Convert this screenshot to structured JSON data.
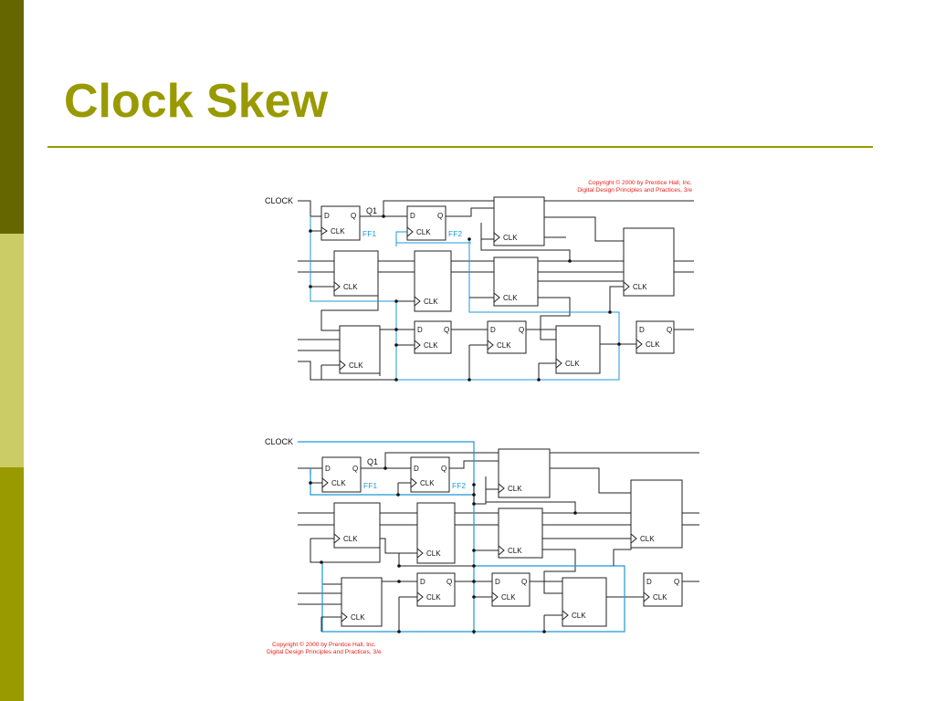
{
  "slide": {
    "title": "Clock Skew"
  },
  "colors": {
    "sidebar_dark": "#666600",
    "sidebar_light": "#cccc66",
    "sidebar_mid": "#999900",
    "accent": "#999900",
    "clock_net": "#1f98d8",
    "copyright": "#e8201a"
  },
  "diagram_top": {
    "clock_label": "CLOCK",
    "signal_label": "Q1",
    "ff1_label": "FF1",
    "ff2_label": "FF2",
    "copyright_line1": "Copyright © 2000 by Prentice Hall, Inc.",
    "copyright_line2": "Digital Design Principles and Practices, 3/e",
    "clk_label": "CLK",
    "d_label": "D",
    "q_label": "Q"
  },
  "diagram_bottom": {
    "clock_label": "CLOCK",
    "signal_label": "Q1",
    "ff1_label": "FF1",
    "ff2_label": "FF2",
    "copyright_line1": "Copyright © 2000 by Prentice Hall, Inc.",
    "copyright_line2": "Digital Design Principles and Practices, 3/e",
    "clk_label": "CLK",
    "d_label": "D",
    "q_label": "Q"
  }
}
